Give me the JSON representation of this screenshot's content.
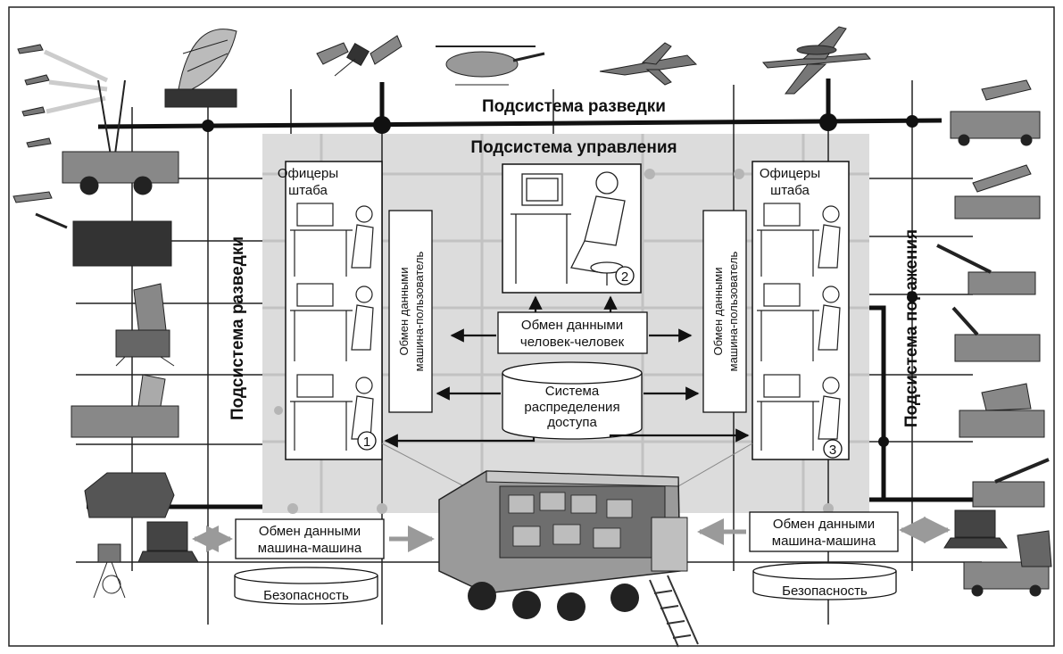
{
  "title_recon_top": "Подсистема разведки",
  "title_control": "Подсистема управления",
  "title_recon_left": "Подсистема разведки",
  "title_strike_right": "Подсистема поражения",
  "officers_left": [
    "Офицеры",
    "штаба"
  ],
  "officers_right": [
    "Офицеры",
    "штаба"
  ],
  "mm_user_left": [
    "Обмен данными",
    "машина-пользователь"
  ],
  "mm_user_right": [
    "Обмен данными",
    "машина-пользователь"
  ],
  "human_exchange": [
    "Обмен данными",
    "человек-человек"
  ],
  "access_system": [
    "Система",
    "распределения",
    "доступа"
  ],
  "mm_exchange_left": [
    "Обмен данными",
    "машина-машина"
  ],
  "mm_exchange_right": [
    "Обмен данными",
    "машина-машина"
  ],
  "security_left": "Безопасность",
  "security_right": "Безопасность",
  "marker_1": "1",
  "marker_2": "2",
  "marker_3": "3"
}
